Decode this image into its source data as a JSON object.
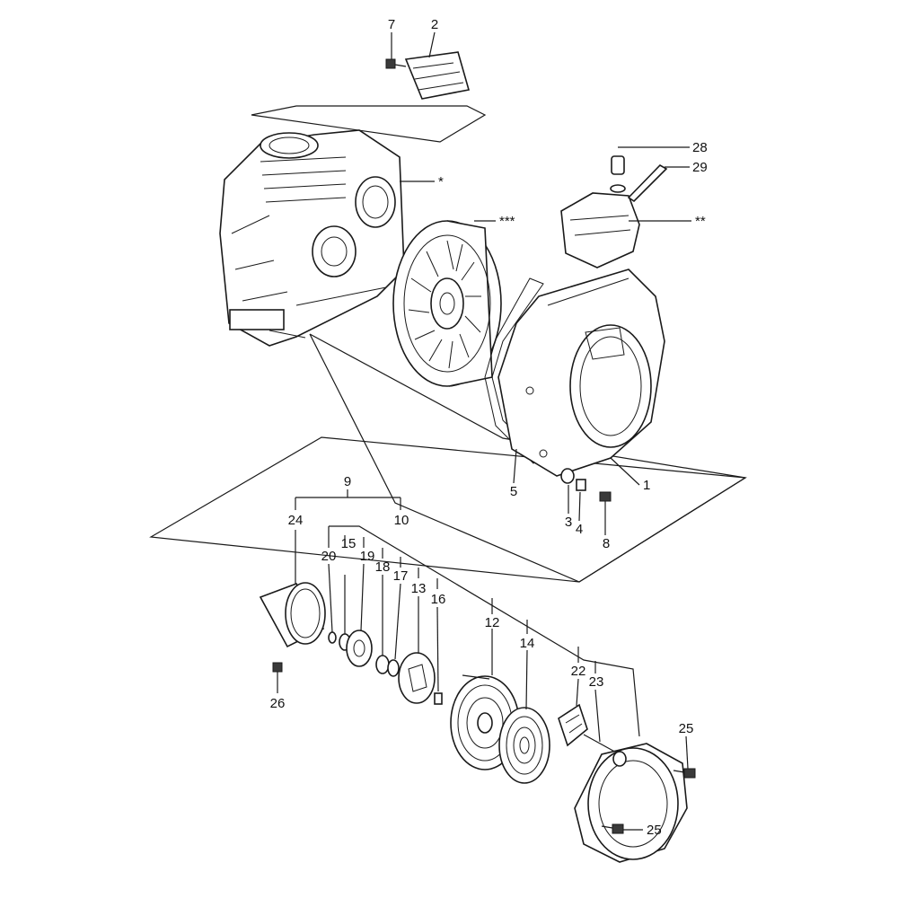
{
  "callouts": {
    "c1": "1",
    "c2": "2",
    "c3": "3",
    "c4": "4",
    "c5": "5",
    "c7": "7",
    "c8": "8",
    "c9": "9",
    "c10": "10",
    "c12": "12",
    "c13": "13",
    "c14": "14",
    "c15": "15",
    "c16": "16",
    "c17": "17",
    "c18": "18",
    "c19": "19",
    "c20": "20",
    "c22": "22",
    "c23": "23",
    "c24": "24",
    "c25a": "25",
    "c25b": "25",
    "c26": "26",
    "c28": "28",
    "c29": "29",
    "star1": "*",
    "star2": "**",
    "star3": "***"
  },
  "colors": {
    "line": "#1a1a1a",
    "background": "#ffffff"
  }
}
